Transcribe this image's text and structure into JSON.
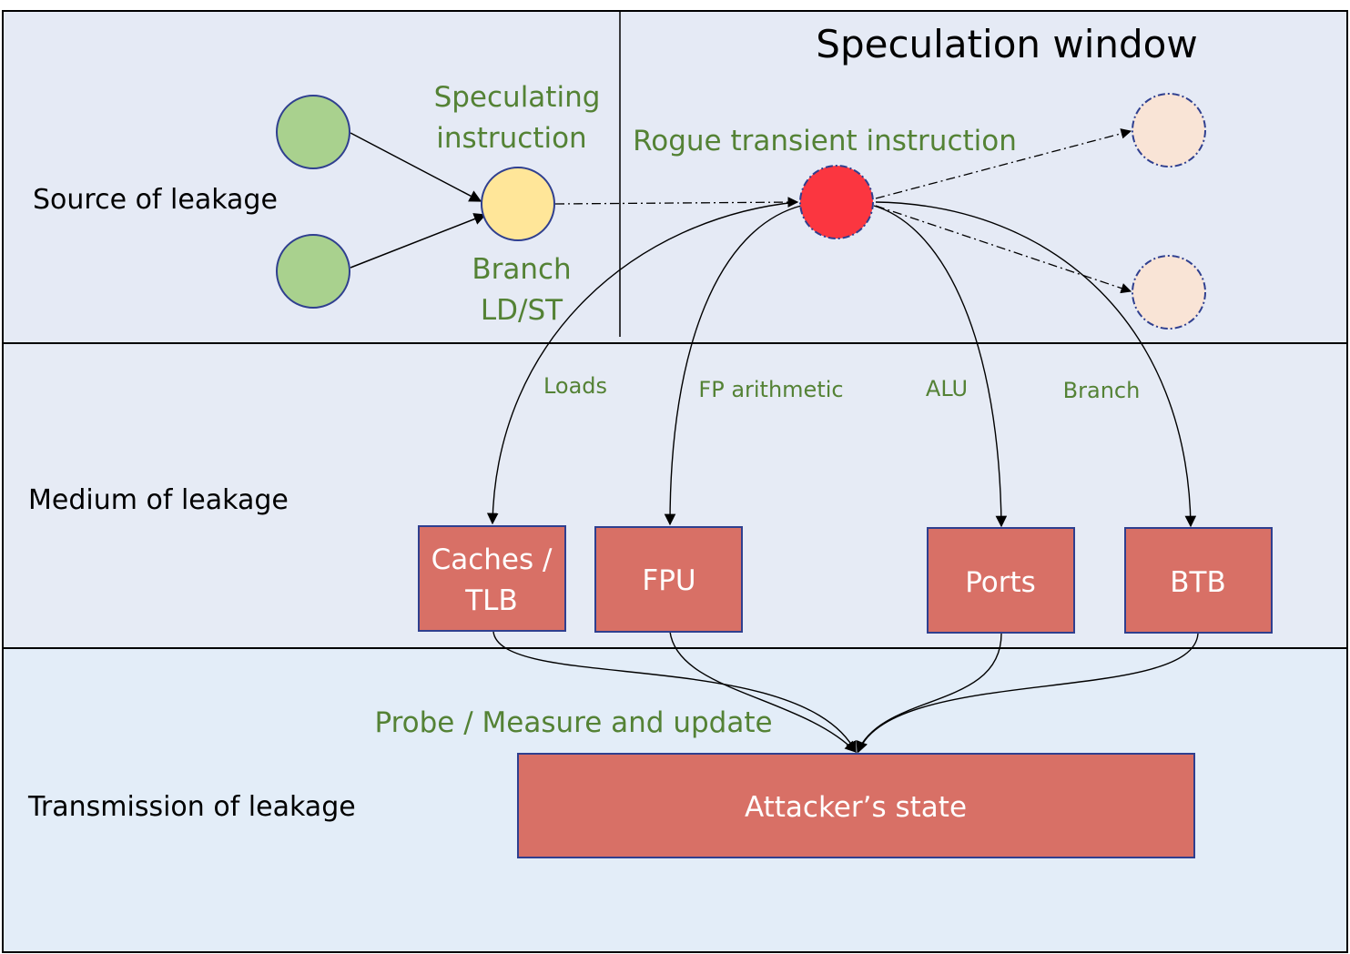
{
  "colors": {
    "band_top": "#e5eaf5",
    "band_middle": "#e6ebf5",
    "band_bottom": "#e3edf8",
    "input_node": "#a9d18e",
    "speculating_node": "#ffe699",
    "rogue_node": "#fb3640",
    "future_node": "#f9e4d6",
    "box_fill": "#d87066",
    "box_stroke": "#2f3f8f",
    "label_green": "#548235"
  },
  "bands": {
    "source": "Source of leakage",
    "medium": "Medium of leakage",
    "transmission": "Transmission of leakage"
  },
  "speculation_window": "Speculation window",
  "nodes": {
    "speculating_line1": "Speculating",
    "speculating_line2": "instruction",
    "branch_line1": "Branch",
    "branch_line2": "LD/ST",
    "rogue": "Rogue transient instruction"
  },
  "edges": {
    "loads": "Loads",
    "fp_arithmetic": "FP arithmetic",
    "alu": "ALU",
    "branch": "Branch",
    "probe": "Probe / Measure and update"
  },
  "boxes": {
    "caches_line1": "Caches /",
    "caches_line2": "TLB",
    "fpu": "FPU",
    "ports": "Ports",
    "btb": "BTB",
    "attacker": "Attacker’s state"
  }
}
